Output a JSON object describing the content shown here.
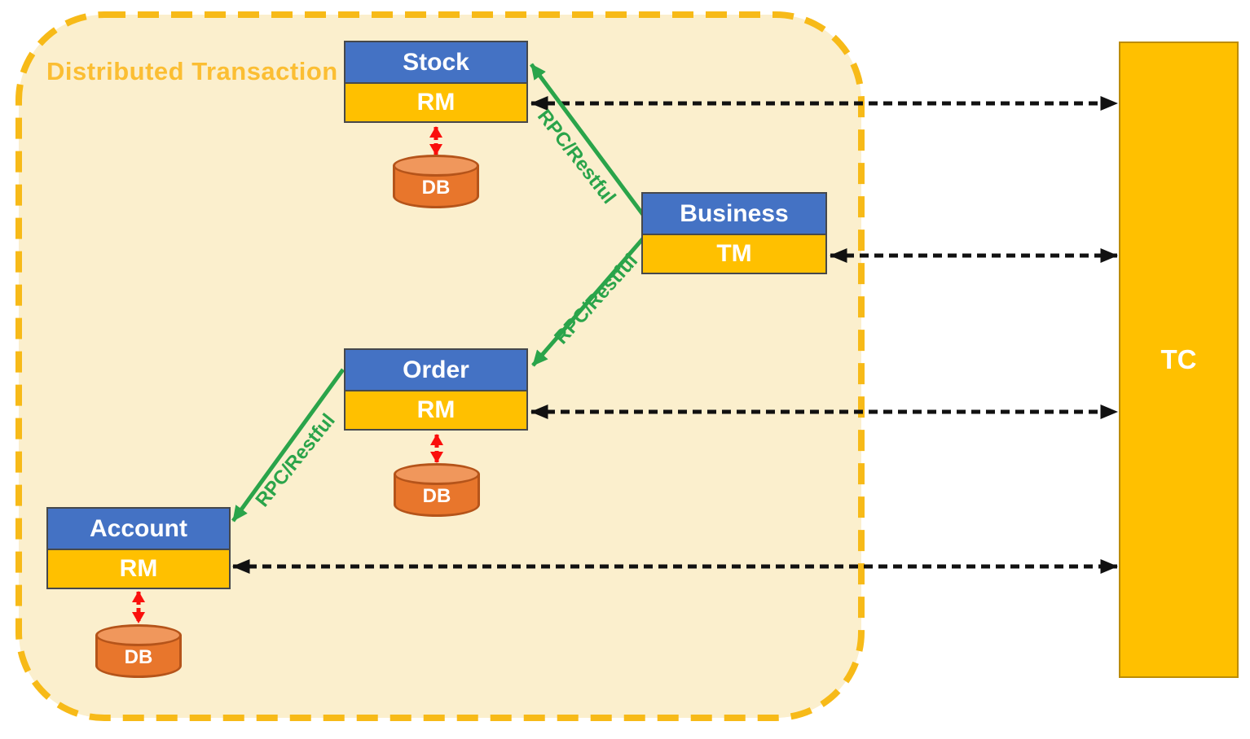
{
  "diagram": {
    "title": "Distributed Transaction",
    "nodes": {
      "stock": {
        "name": "Stock",
        "layer": "RM"
      },
      "business": {
        "name": "Business",
        "layer": "TM"
      },
      "order": {
        "name": "Order",
        "layer": "RM"
      },
      "account": {
        "name": "Account",
        "layer": "RM"
      }
    },
    "database_label": "DB",
    "coordinator_label": "TC",
    "rpc_edge_label": "RPC/Restful",
    "colors": {
      "service_header_blue": "#4472C4",
      "resource_layer_gold": "#FFC000",
      "boundary_fill": "#FBEFCD",
      "boundary_border": "#F7BA18",
      "title_gold": "#FBBE33",
      "db_body_orange": "#E8762C",
      "db_top_orange": "#F0975C",
      "db_outline": "#B5541A",
      "tc_fill": "#FFC000",
      "rpc_green": "#2AA44A",
      "db_link_red": "#FA0F0C",
      "tc_link_black": "#111111"
    }
  }
}
